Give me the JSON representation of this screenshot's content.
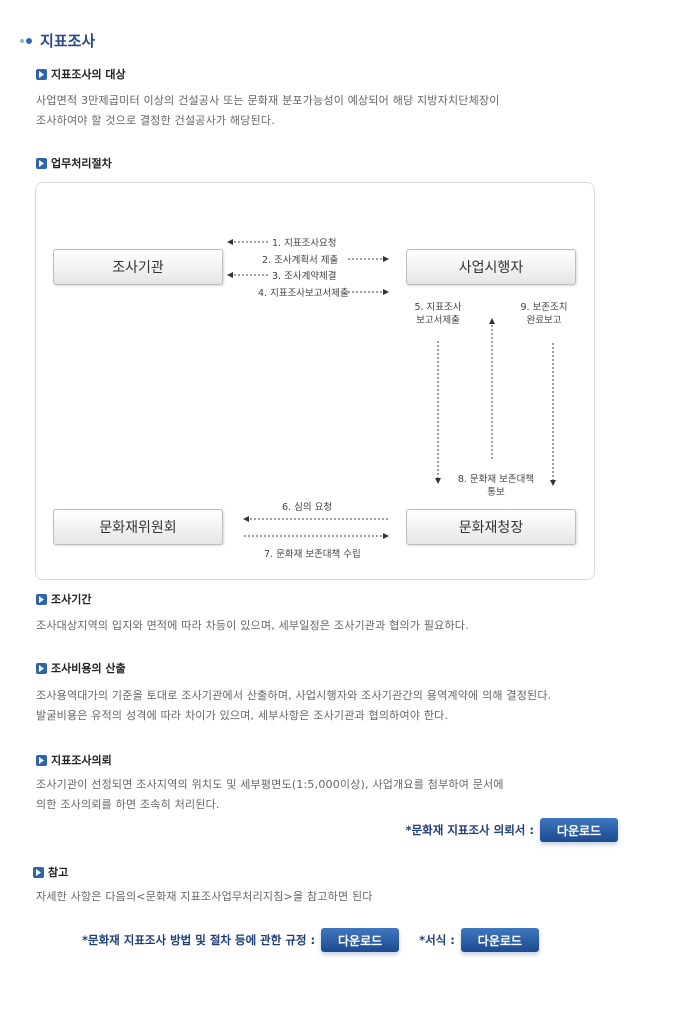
{
  "page": {
    "title": "지표조사"
  },
  "sections": {
    "target": {
      "heading": "지표조사의 대상",
      "lines": [
        "사업면적 3만제곱미터 이상의 건설공사 또는 문화재 분포가능성이 예상되어 해당 지방자치단체장이",
        "조사하여야 할 것으로 결정한 건설공사가 해당된다."
      ]
    },
    "procedure": {
      "heading": "업무처리절차"
    },
    "period": {
      "heading": "조사기간",
      "lines": [
        "조사대상지역의 입지와 면적에 따라 차등이 있으며, 세부일정은 조사기관과 협의가 필요하다."
      ]
    },
    "cost": {
      "heading": "조사비용의 산출",
      "lines": [
        "조사용역대가의 기준을 토대로 조사기관에서 산출하며, 사업시행자와 조사기관간의 용역계약에 의해 결정된다.",
        "발굴비용은 유적의 성격에 따라 차이가 있으며, 세부사항은 조사기관과 협의하여야 한다."
      ]
    },
    "request": {
      "heading": "지표조사의뢰",
      "lines": [
        "조사기관이 선정되면 조사지역의 위치도 및 세부평면도(1:5,000이상), 사업개요를 첨부하여 문서에",
        "의한 조사의뢰를 하면 조속히 처리된다."
      ],
      "download_label": "*문화재 지표조사 의뢰서 :",
      "download_button": "다운로드"
    },
    "reference": {
      "heading": "참고",
      "lines": [
        "자세한 사항은 다음의<문화재 지표조사업무처리지침>을 참고하면 된다"
      ],
      "download1_label": "*문화재 지표조사 방법 및 절차 등에 관한 규정 :",
      "download1_button": "다운로드",
      "download2_label": "*서식 :",
      "download2_button": "다운로드"
    }
  },
  "flowchart": {
    "nodes": {
      "survey_org": "조사기관",
      "developer": "사업시행자",
      "committee": "문화재위원회",
      "administration": "문화재청장"
    },
    "steps": {
      "s1": "1. 지표조사요청",
      "s2": "2. 조사계획서 제출",
      "s3": "3. 조사계약체결",
      "s4": "4. 지표조사보고서제출",
      "s5_line1": "5. 지표조사",
      "s5_line2": "보고서제출",
      "s6": "6. 심의 요청",
      "s7": "7. 문화재 보존대책 수립",
      "s8_line1": "8. 문화재 보존대책",
      "s8_line2": "통보",
      "s9_line1": "9. 보존조치",
      "s9_line2": "완료보고"
    }
  }
}
